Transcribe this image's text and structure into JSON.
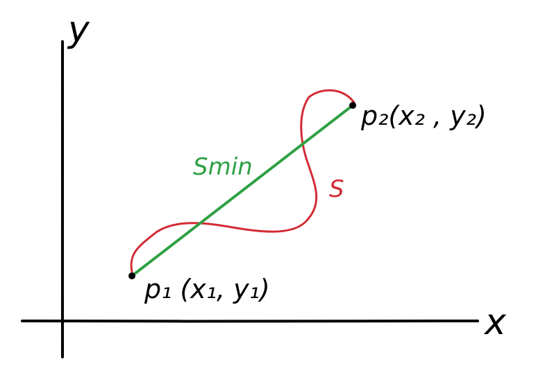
{
  "labels": {
    "y_axis": "y",
    "x_axis": "x",
    "p1": "p₁ (x₁, y₁)",
    "p2": "p₂(x₂ , y₂)",
    "s_min": "Smin",
    "s": "S"
  },
  "colors": {
    "axes": "#000000",
    "straight_path": "#2ea043",
    "curved_path": "#d22b34",
    "points": "#000000"
  }
}
